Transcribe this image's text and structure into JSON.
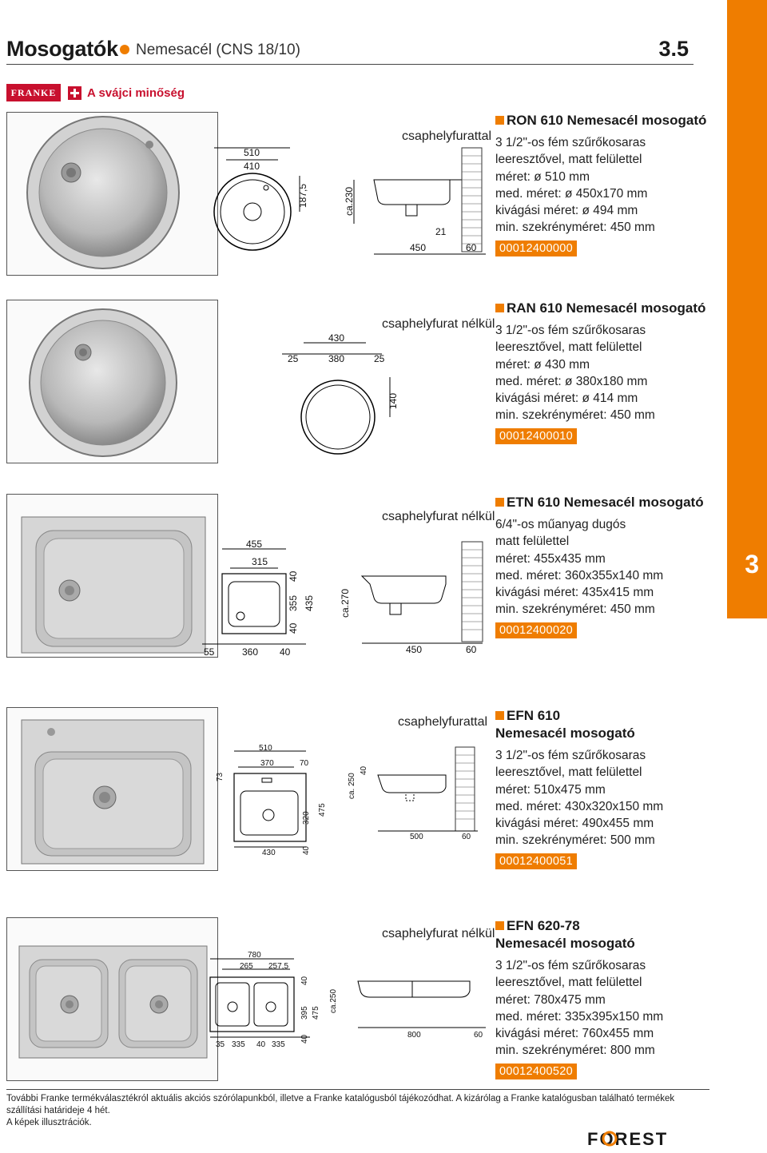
{
  "header": {
    "title": "Mosogatók",
    "subtitle": "Nemesacél (CNS 18/10)",
    "section_number": "3.5"
  },
  "side_tab": {
    "number": "3"
  },
  "brand": {
    "logo_text": "FRANKE",
    "tagline": "A svájci minőség"
  },
  "products": [
    {
      "name": "RON 610 Nemesacél mosogató",
      "name_line2": "",
      "tap_hole": "csaphelyfurattal",
      "specs": [
        "3 1/2\"-os fém szűrőkosaras",
        "leeresztővel, matt felülettel",
        "méret: ø 510 mm",
        "med. méret: ø 450x170 mm",
        "kivágási méret: ø 494 mm",
        "min. szekrényméret: 450 mm"
      ],
      "code": "00012400000",
      "dims": {
        "outer": "510",
        "inner": "410",
        "depth": "187,5",
        "cabinet_h": "ca.230",
        "offset": "21",
        "cabinet_w": "450",
        "wall": "60"
      }
    },
    {
      "name": "RAN 610 Nemesacél mosogató",
      "name_line2": "",
      "tap_hole": "csaphelyfurat nélkül",
      "specs": [
        "3 1/2\"-os fém szűrőkosaras",
        "leeresztővel, matt felülettel",
        "méret: ø 430 mm",
        "med. méret: ø 380x180 mm",
        "kivágási méret: ø 414 mm",
        "min. szekrényméret: 450 mm"
      ],
      "code": "00012400010",
      "dims": {
        "outer": "430",
        "inner": "380",
        "left": "25",
        "right": "25",
        "depth": "140"
      }
    },
    {
      "name": "ETN 610 Nemesacél mosogató",
      "name_line2": "",
      "tap_hole": "csaphelyfurat nélkül",
      "specs": [
        "6/4\"-os műanyag dugós",
        "matt felülettel",
        "méret: 455x435 mm",
        "med. méret: 360x355x140 mm",
        "kivágási méret: 435x415 mm",
        "min. szekrényméret: 450 mm"
      ],
      "code": "00012400020",
      "dims": {
        "outer": "455",
        "inner": "315",
        "d40a": "40",
        "d355": "355",
        "d435": "435",
        "d40b": "40",
        "cabinet_h": "ca.270",
        "b55": "55",
        "b360": "360",
        "b40": "40",
        "cabinet_w": "450",
        "wall": "60"
      }
    },
    {
      "name": "EFN 610",
      "name_line2": "Nemesacél mosogató",
      "tap_hole": "csaphelyfurattal",
      "specs": [
        "3 1/2\"-os fém szűrőkosaras",
        "leeresztővel, matt felülettel",
        "méret: 510x475 mm",
        "med. méret: 430x320x150 mm",
        "kivágási méret: 490x455 mm",
        "min. szekrényméret: 500 mm"
      ],
      "code": "00012400051",
      "dims": {
        "outer": "510",
        "inner": "370",
        "right": "70",
        "left_top": "73",
        "d320": "320",
        "d475": "475",
        "d40": "40",
        "bottom": "430",
        "cabinet_h": "ca. 250",
        "top40": "40",
        "cabinet_w": "500",
        "wall": "60"
      }
    },
    {
      "name": "EFN 620-78",
      "name_line2": "Nemesacél mosogató",
      "tap_hole": "csaphelyfurat nélkül",
      "specs": [
        "3 1/2\"-os fém szűrőkosaras",
        "leeresztővel, matt felülettel",
        "méret: 780x475 mm",
        "med. méret: 335x395x150 mm",
        "kivágási méret: 760x455 mm",
        "min. szekrényméret: 800 mm"
      ],
      "code": "00012400520",
      "dims": {
        "outer": "780",
        "b1": "265",
        "b2": "257,5",
        "d40": "40",
        "d395": "395",
        "d475": "475",
        "d40b": "40",
        "cabinet_h": "ca.250",
        "x35": "35",
        "x335a": "335",
        "x40": "40",
        "x335b": "335",
        "cabinet_w": "800",
        "wall": "60"
      }
    }
  ],
  "footer": {
    "line1": "További Franke termékválasztékról aktuális akciós szórólapunkból, illetve a Franke katalógusból tájékozódhat. A kizárólag a Franke katalógusban található termékek szállítási határideje 4 hét.",
    "line2": "A képek illusztrációk.",
    "logo": "FOREST"
  }
}
